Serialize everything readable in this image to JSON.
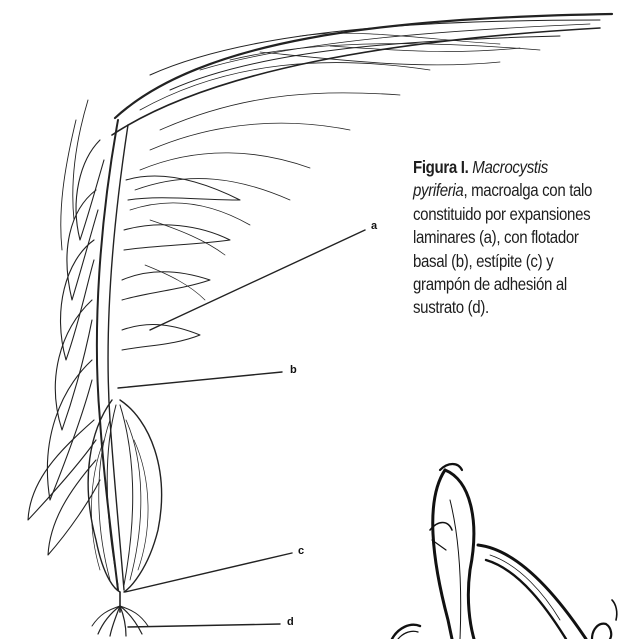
{
  "caption": {
    "label": "Figura I.",
    "species_italic": "Macrocystis pyriferia",
    "text": ", macroalga con talo constituido por expansiones laminares (a), con flotador basal (b), estípite (c) y grampón de adhesión al sustrato (d)."
  },
  "callouts": [
    {
      "key": "a",
      "text": "a"
    },
    {
      "key": "b",
      "text": "b"
    },
    {
      "key": "c",
      "text": "c"
    },
    {
      "key": "d",
      "text": "d"
    }
  ]
}
